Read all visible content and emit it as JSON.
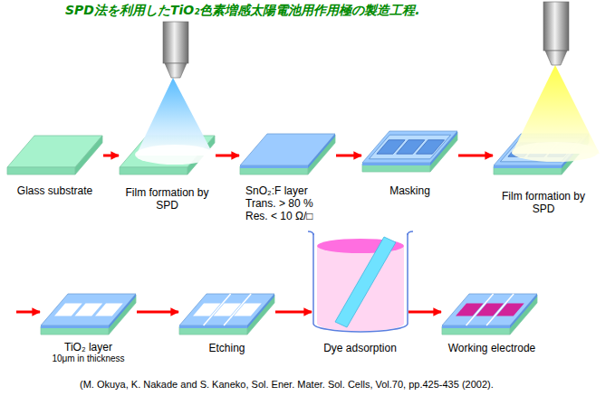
{
  "diagram": {
    "title": "SPD法を利用したTiO₂色素増感太陽電池用作用極の製造工程.",
    "caption": "(M. Okuya, K. Nakade and S. Kaneko, Sol. Ener. Mater. Sol. Cells, Vol.70, pp.425-435 (2002).",
    "nodes": [
      {
        "text": [
          "Glass substrate"
        ]
      },
      {
        "text": [
          "Film formation by SPD"
        ]
      },
      {
        "text": [
          "SnO₂:F layer",
          "Trans. > 80 %",
          "Res. < 10 Ω/□"
        ]
      },
      {
        "text": [
          "Masking"
        ]
      },
      {
        "text": [
          "Film formation by SPD"
        ]
      },
      {
        "text": [
          "TiO₂ layer",
          "10μm in thickness"
        ]
      },
      {
        "text": [
          "Etching"
        ]
      },
      {
        "text": [
          "Dye adsorption"
        ]
      },
      {
        "text": [
          "Working electrode"
        ]
      }
    ],
    "edges": [
      {
        "from": 0,
        "to": 1,
        "arrow": "to"
      },
      {
        "from": 1,
        "to": 2,
        "arrow": "to"
      },
      {
        "from": 2,
        "to": 3,
        "arrow": "to"
      },
      {
        "from": 3,
        "to": 4,
        "arrow": "to"
      },
      {
        "from": 4,
        "to": 5,
        "arrow": "to"
      },
      {
        "from": 5,
        "to": 6,
        "arrow": "to"
      },
      {
        "from": 6,
        "to": 7,
        "arrow": "to"
      },
      {
        "from": 7,
        "to": 8,
        "arrow": "to"
      }
    ]
  }
}
